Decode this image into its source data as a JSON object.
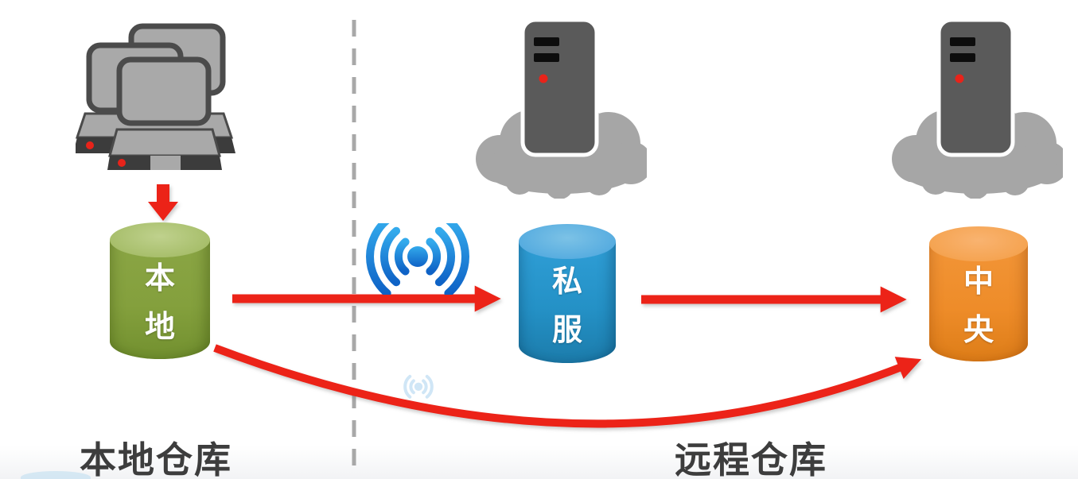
{
  "diagram": {
    "zones": {
      "local": {
        "label": "本地仓库"
      },
      "remote": {
        "label": "远程仓库"
      }
    },
    "repositories": [
      {
        "id": "local",
        "label": "本地",
        "color": "#84a03d"
      },
      {
        "id": "private",
        "label": "私服",
        "color": "#2491c6"
      },
      {
        "id": "central",
        "label": "中央",
        "color": "#ee8c29"
      }
    ],
    "icons": [
      "client-computers-icon",
      "wifi-icon",
      "wifi-echo-icon",
      "private-server-cloud-icon",
      "central-server-cloud-icon"
    ],
    "flows": [
      {
        "from": "clients",
        "to": "local"
      },
      {
        "from": "local",
        "to": "private"
      },
      {
        "from": "private",
        "to": "central"
      },
      {
        "from": "local",
        "to": "central"
      }
    ],
    "colors": {
      "arrow_red": "#ec2318",
      "divider_gray": "#a8a8a8",
      "cloud_gray": "#a6a6a6",
      "server_gray": "#5a5a5a",
      "wifi_blue": "#1a85d6",
      "label_text": "#3d3d3d"
    }
  }
}
